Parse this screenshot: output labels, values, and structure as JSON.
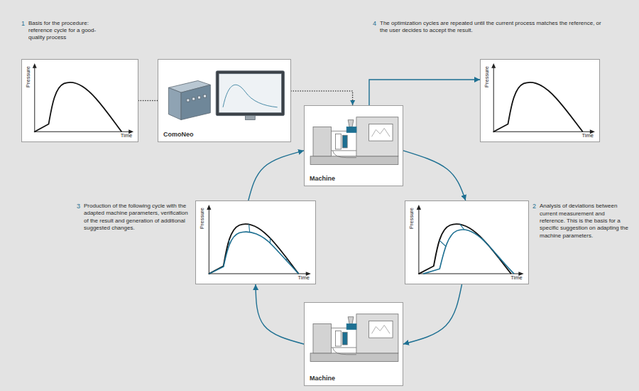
{
  "diagram": {
    "nodes": [
      {
        "text": [
          "Pressure",
          "Time"
        ]
      },
      {
        "text": [
          "ComoNeo"
        ]
      },
      {
        "text": [
          "Machine"
        ]
      },
      {
        "text": [
          "Pressure",
          "Time"
        ]
      },
      {
        "text": [
          "Pressure",
          "Time"
        ]
      },
      {
        "text": [
          "Pressure",
          "Time"
        ]
      },
      {
        "text": [
          "Machine"
        ]
      }
    ],
    "edges": [
      {
        "from": 0,
        "to": 1,
        "arrow": "none"
      },
      {
        "from": 1,
        "to": 2,
        "arrow": "to"
      },
      {
        "from": 2,
        "to": 3,
        "arrow": "to"
      },
      {
        "from": 2,
        "to": 5,
        "arrow": "to"
      },
      {
        "from": 5,
        "to": 6,
        "arrow": "to"
      },
      {
        "from": 6,
        "to": 4,
        "arrow": "to"
      },
      {
        "from": 4,
        "to": 2,
        "arrow": "to"
      }
    ],
    "labels": [
      "1",
      "Basis for the procedure: reference cycle for a good-quality process",
      "4",
      "The optimization cycles are repeated until the current process matches the reference, or the user decides to accept the result.",
      "3",
      "Production of the following cycle with the adapted machine parameters, verification of the result and generation of additional suggested changes.",
      "2",
      "Analysis of deviations between current measurement and reference. This is the basis for a specific suggestion on adapting the machine parameters."
    ]
  }
}
